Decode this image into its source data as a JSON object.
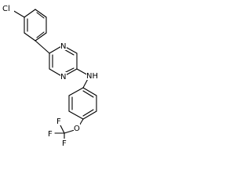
{
  "diagram": {
    "type": "chemical-structure",
    "colors": {
      "background": "#ffffff",
      "ink": "#000000"
    },
    "atom_labels": {
      "chlorine": "Cl",
      "pyrimidine_n1": "N",
      "pyrimidine_n3": "N",
      "amine": "NH",
      "oxygen": "O",
      "fluorine_1": "F",
      "fluorine_2": "F",
      "fluorine_3": "F"
    }
  }
}
